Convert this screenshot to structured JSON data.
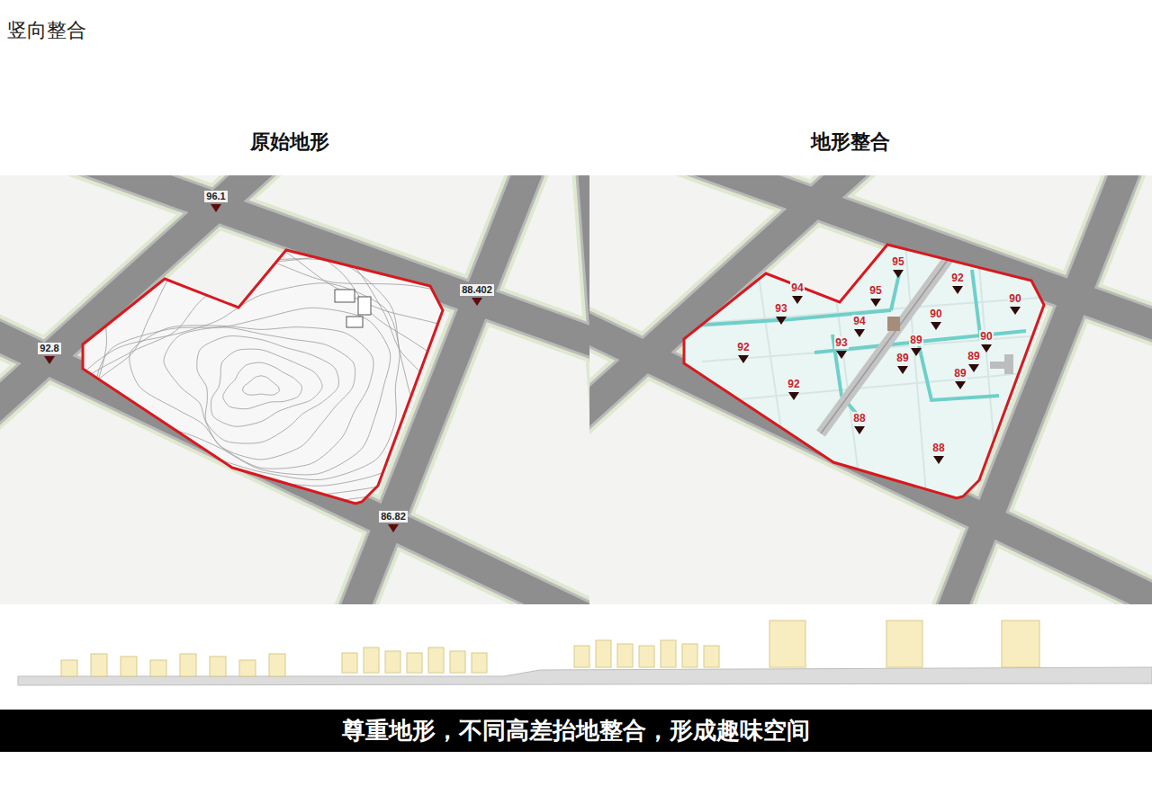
{
  "diagram": {
    "title": "竖向整合",
    "caption": "尊重地形，不同高差抬地整合，形成趣味空间",
    "labels": [
      "原始地形",
      "地形整合",
      "96.1",
      "88.402",
      "92.8",
      "86.82",
      "95",
      "92",
      "94",
      "95",
      "90",
      "93",
      "90",
      "94",
      "90",
      "89",
      "93",
      "92",
      "89",
      "89",
      "89",
      "92",
      "88",
      "88"
    ]
  }
}
